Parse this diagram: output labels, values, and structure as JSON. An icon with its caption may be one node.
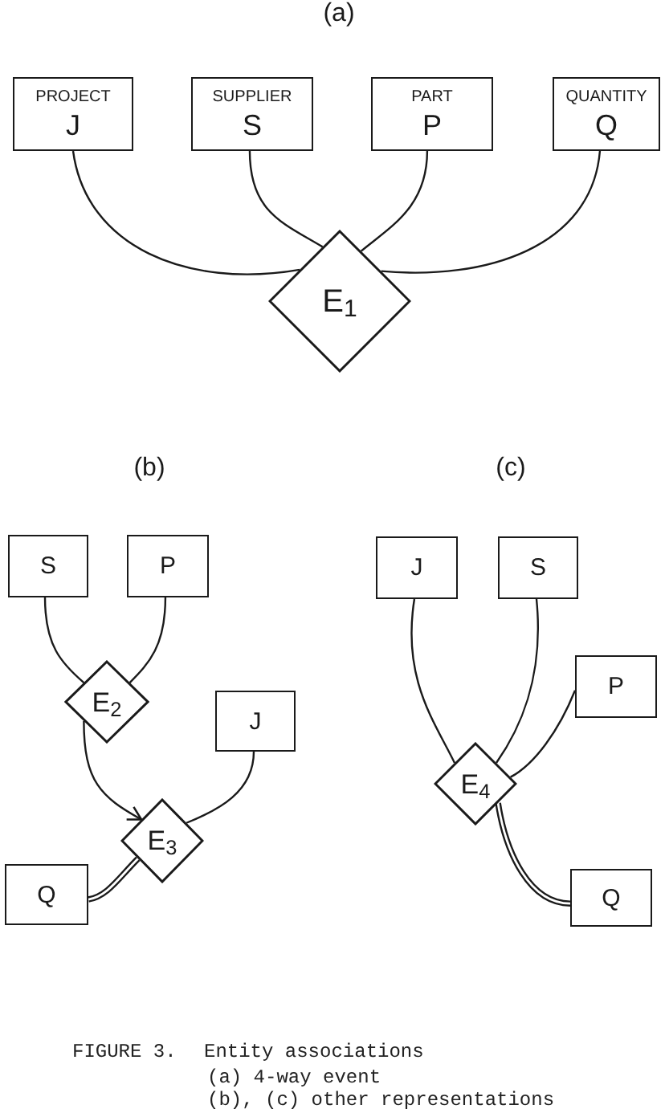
{
  "diagram": {
    "nodes": [
      {
        "text": [
          "PROJECT",
          "J"
        ]
      },
      {
        "text": [
          "SUPPLIER",
          "S"
        ]
      },
      {
        "text": [
          "PART",
          "P"
        ]
      },
      {
        "text": [
          "QUANTITY",
          "Q"
        ]
      },
      {
        "text": [
          "E$_{1}$"
        ]
      },
      {
        "text": [
          "S"
        ]
      },
      {
        "text": [
          "P"
        ]
      },
      {
        "text": [
          "E$_{2}$"
        ]
      },
      {
        "text": [
          "J"
        ]
      },
      {
        "text": [
          "E$_{3}$"
        ]
      },
      {
        "text": [
          "Q"
        ]
      },
      {
        "text": [
          "J"
        ]
      },
      {
        "text": [
          "S"
        ]
      },
      {
        "text": [
          "P"
        ]
      },
      {
        "text": [
          "E$_{4}$"
        ]
      },
      {
        "text": [
          "Q"
        ]
      }
    ],
    "edges": [
      {
        "from": 0,
        "to": 4,
        "arrow": "none"
      },
      {
        "from": 1,
        "to": 4,
        "arrow": "none"
      },
      {
        "from": 2,
        "to": 4,
        "arrow": "none"
      },
      {
        "from": 3,
        "to": 4,
        "arrow": "none"
      },
      {
        "from": 5,
        "to": 7,
        "arrow": "none"
      },
      {
        "from": 6,
        "to": 7,
        "arrow": "none"
      },
      {
        "from": 7,
        "to": 9,
        "arrow": "to"
      },
      {
        "from": 8,
        "to": 9,
        "arrow": "none"
      },
      {
        "from": 9,
        "to": 10,
        "arrow": "none",
        "style": "thick"
      },
      {
        "from": 11,
        "to": 14,
        "arrow": "none"
      },
      {
        "from": 12,
        "to": 14,
        "arrow": "none"
      },
      {
        "from": 13,
        "to": 14,
        "arrow": "none"
      },
      {
        "from": 14,
        "to": 15,
        "arrow": "none",
        "style": "thick"
      }
    ],
    "labels": [
      "(a)",
      "(b)",
      "(c)",
      "FIGURE 3.",
      "Entity associations",
      "(a) 4-way event",
      "(b), (c) other representations"
    ]
  }
}
